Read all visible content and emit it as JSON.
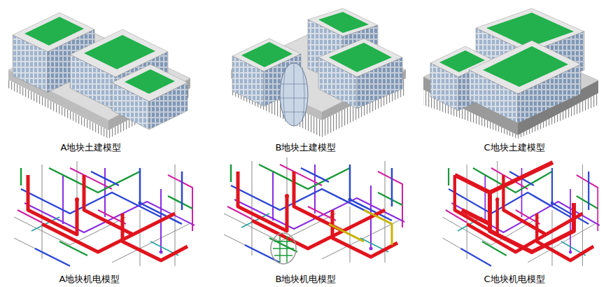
{
  "diagram": {
    "labels": [
      "A地块土建模型",
      "B地块土建模型",
      "C地块土建模型",
      "A地块机电模型",
      "B地块机电模型",
      "C地块机电模型"
    ]
  }
}
